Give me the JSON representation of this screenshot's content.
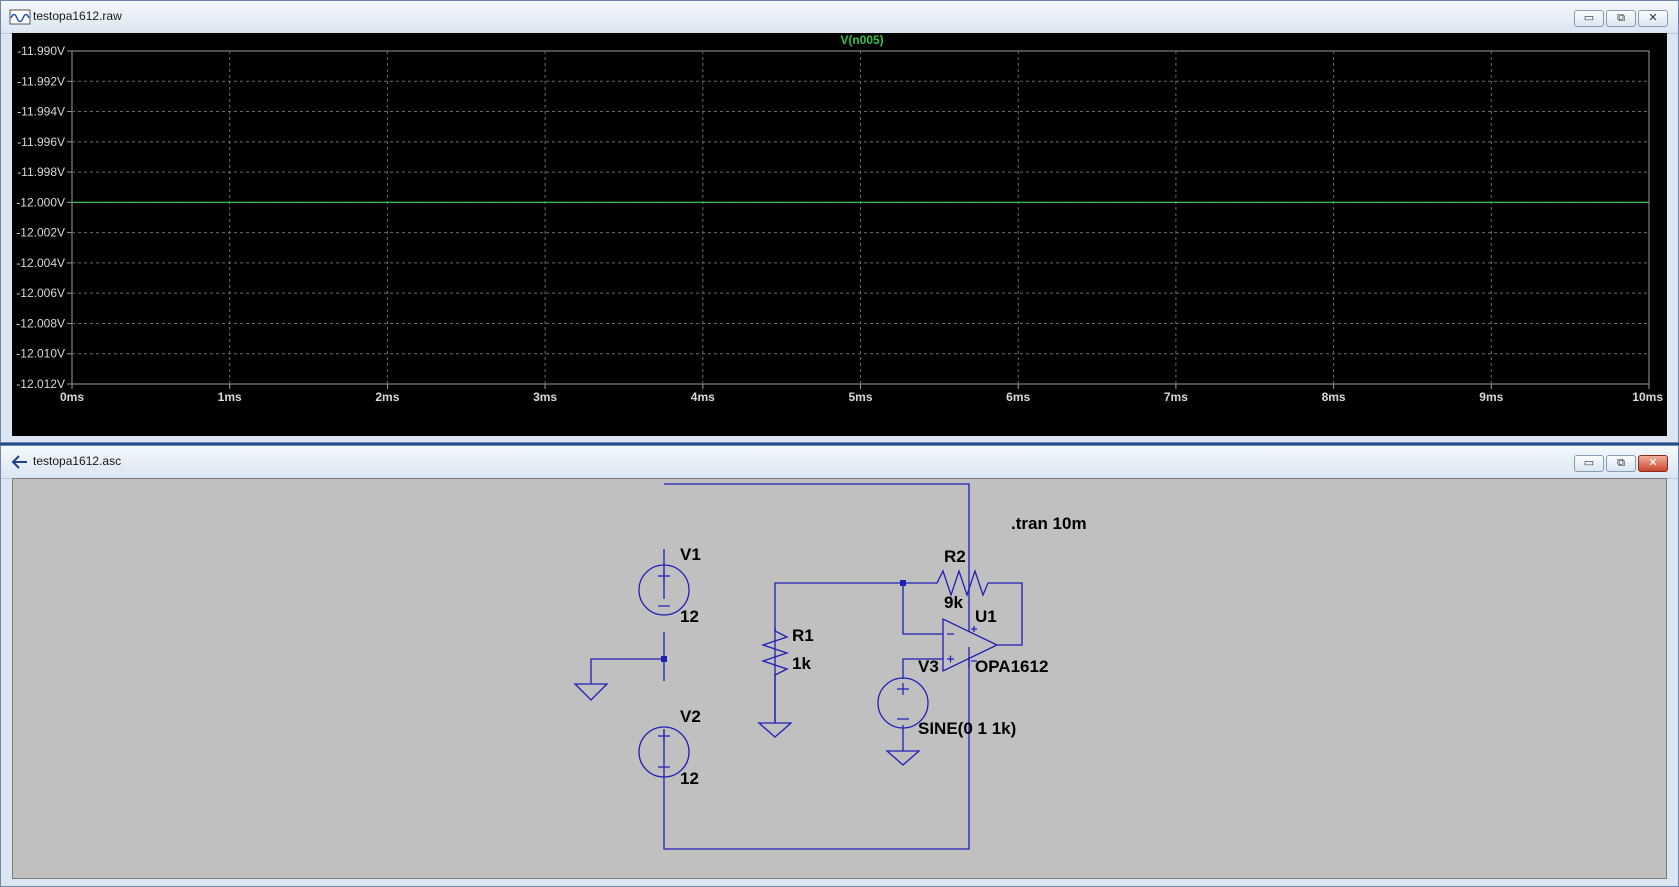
{
  "plot_window": {
    "title": "testopa1612.raw",
    "trace_name": "V(n005)",
    "buttons": {
      "minimize": "▭",
      "restore": "⧉",
      "close": "✕"
    },
    "trace_color": "#2ec24a"
  },
  "chart_data": {
    "type": "line",
    "title": "V(n005)",
    "xlabel": "",
    "ylabel": "",
    "x_ticks": [
      "0ms",
      "1ms",
      "2ms",
      "3ms",
      "4ms",
      "5ms",
      "6ms",
      "7ms",
      "8ms",
      "9ms",
      "10ms"
    ],
    "y_ticks": [
      "-11.990V",
      "-11.992V",
      "-11.994V",
      "-11.996V",
      "-11.998V",
      "-12.000V",
      "-12.002V",
      "-12.004V",
      "-12.006V",
      "-12.008V",
      "-12.010V",
      "-12.012V"
    ],
    "xlim": [
      0,
      10
    ],
    "ylim": [
      -12.012,
      -11.99
    ],
    "grid": true,
    "series": [
      {
        "name": "V(n005)",
        "x": [
          0,
          10
        ],
        "y": [
          -12.0,
          -12.0
        ]
      }
    ]
  },
  "schematic_window": {
    "title": "testopa1612.asc",
    "buttons": {
      "minimize": "▭",
      "restore": "⧉",
      "close": "✕"
    },
    "wire_color": "#1f1fb5",
    "directive": ".tran 10m",
    "components": {
      "v1": {
        "name": "V1",
        "value": "12"
      },
      "v2": {
        "name": "V2",
        "value": "12"
      },
      "v3": {
        "name": "V3",
        "value": "SINE(0 1 1k)"
      },
      "r1": {
        "name": "R1",
        "value": "1k"
      },
      "r2": {
        "name": "R2",
        "value": "9k"
      },
      "u1": {
        "name": "U1",
        "value": "OPA1612"
      }
    }
  }
}
